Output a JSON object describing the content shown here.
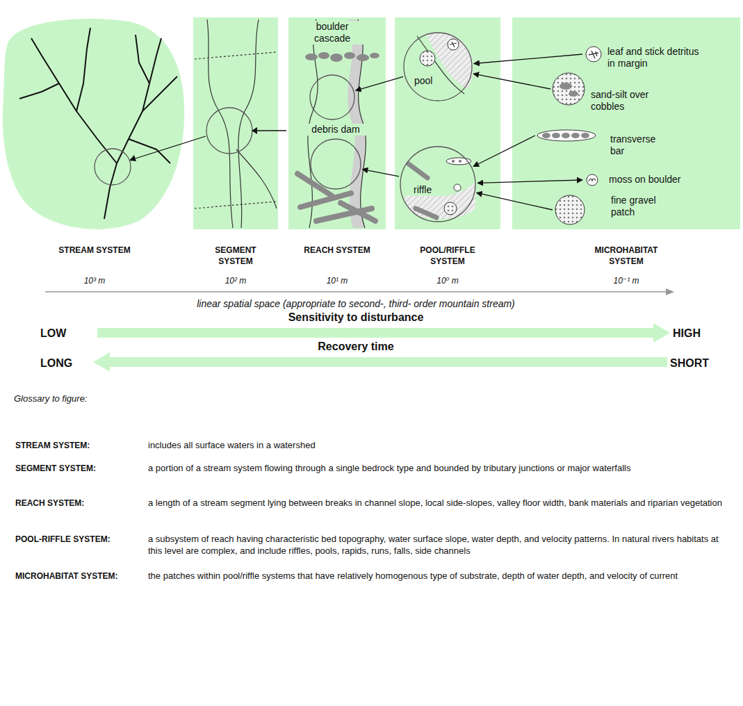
{
  "diagram": {
    "nodes": [
      {
        "text": [
          "STREAM SYSTEM"
        ]
      },
      {
        "text": [
          "SEGMENT SYSTEM"
        ]
      },
      {
        "text": [
          "REACH SYSTEM"
        ]
      },
      {
        "text": [
          "boulder cascade"
        ],
        "in": 2
      },
      {
        "text": [
          "debris dam"
        ],
        "in": 2
      },
      {
        "text": [
          "POOL/RIFFLE SYSTEM"
        ]
      },
      {
        "text": [
          "pool"
        ],
        "in": 5
      },
      {
        "text": [
          "riffle"
        ],
        "in": 5
      },
      {
        "text": [
          "MICROHABITAT SYSTEM"
        ]
      },
      {
        "text": [
          "leaf and stick detritus in margin"
        ],
        "in": 8
      },
      {
        "text": [
          "sand-silt over cobbles"
        ],
        "in": 8
      },
      {
        "text": [
          "transverse bar"
        ],
        "in": 8
      },
      {
        "text": [
          "moss on boulder"
        ],
        "in": 8
      },
      {
        "text": [
          "fine gravel patch"
        ],
        "in": 8
      }
    ],
    "edges": [
      {
        "from": 6,
        "to": 3,
        "arrow": "to"
      },
      {
        "from": 7,
        "to": 4,
        "arrow": "to"
      },
      {
        "from": 9,
        "to": 6,
        "arrow": "to"
      },
      {
        "from": 10,
        "to": 6,
        "arrow": "to"
      },
      {
        "from": 11,
        "to": 7,
        "arrow": "to"
      },
      {
        "from": 12,
        "to": 7,
        "arrow": "both"
      },
      {
        "from": 13,
        "to": 7,
        "arrow": "to"
      }
    ],
    "labels": [
      "10³ m",
      "10² m",
      "10¹ m",
      "10⁰ m",
      "10⁻¹ m",
      "linear spatial space (appropriate to second-, third- order mountain stream)",
      "Sensitivity to disturbance",
      "LOW",
      "HIGH",
      "Recovery time",
      "LONG",
      "SHORT",
      "Glossary to figure:",
      "STREAM SYSTEM:",
      "includes all surface waters in a watershed",
      "SEGMENT SYSTEM:",
      "a portion of a stream system flowing through a single bedrock type and bounded by tributary junctions or major waterfalls",
      "REACH SYSTEM:",
      "a length of a stream segment lying between breaks in channel slope, local side-slopes, valley floor width, bank materials and riparian vegetation",
      "POOL-RIFFLE SYSTEM:",
      "a subsystem of reach having characteristic bed topography, water surface slope, water depth, and velocity patterns. In natural rivers habitats at this level are complex, and include riffles, pools, rapids, runs, falls, side channels",
      "MICROHABITAT SYSTEM:",
      "the patches within pool/riffle systems that have relatively homogenous type of substrate, depth of water depth, and velocity of current"
    ]
  }
}
